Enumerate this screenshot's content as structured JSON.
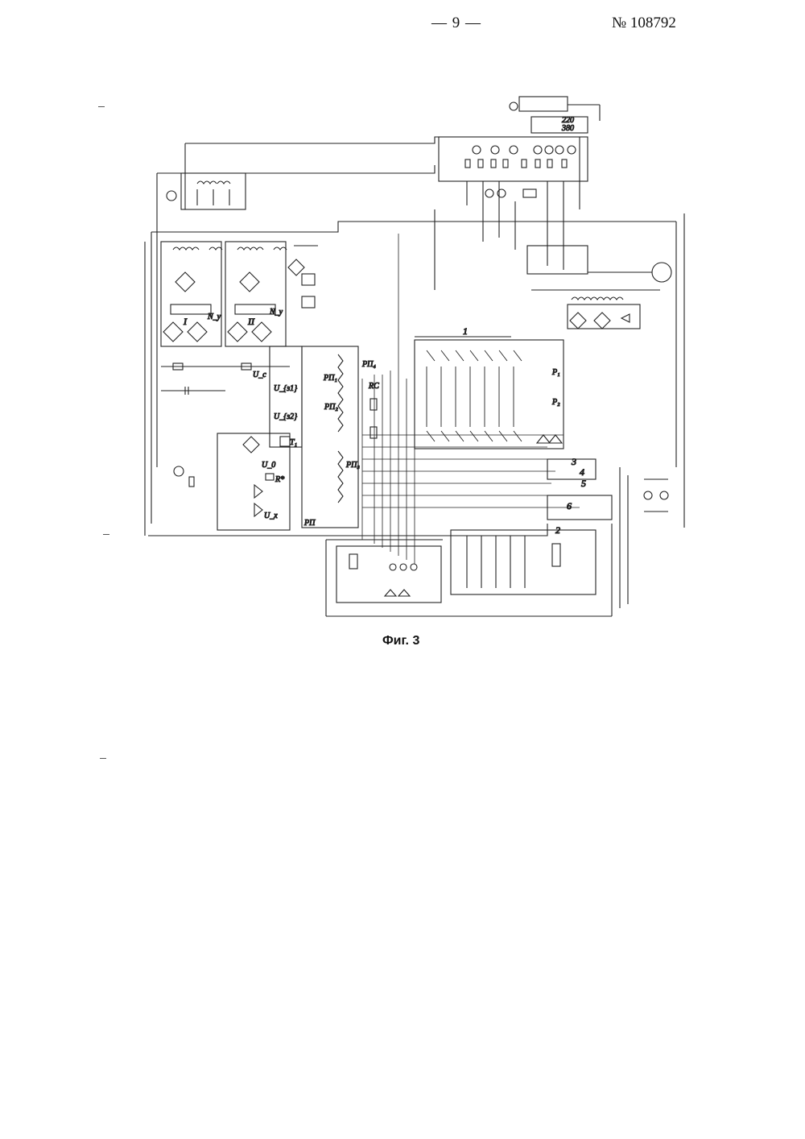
{
  "header": {
    "page_number": "— 9 —",
    "patent_number": "№ 108792"
  },
  "figure": {
    "caption": "Фиг. 3",
    "labels": {
      "block_1": "1",
      "block_2": "2",
      "block_3": "3",
      "block_4": "4",
      "block_5": "5",
      "block_6": "6",
      "rp4": "РП₄",
      "rp1": "РП₁",
      "rp2": "РП₂",
      "rp3": "РП₃",
      "rp": "РП",
      "rc": "RC",
      "u_c": "U_c",
      "u_z1": "U_{з1}",
      "u_z2": "U_{з2}",
      "u_0": "U_0",
      "u_x": "U_x",
      "r_star": "R*",
      "t1": "T₁",
      "roman_i": "I",
      "roman_ii": "II",
      "n_y": "N_y",
      "n_y2": "N_y",
      "p1": "P₁",
      "p2": "P₂",
      "v220": "220",
      "v380": "380"
    }
  }
}
